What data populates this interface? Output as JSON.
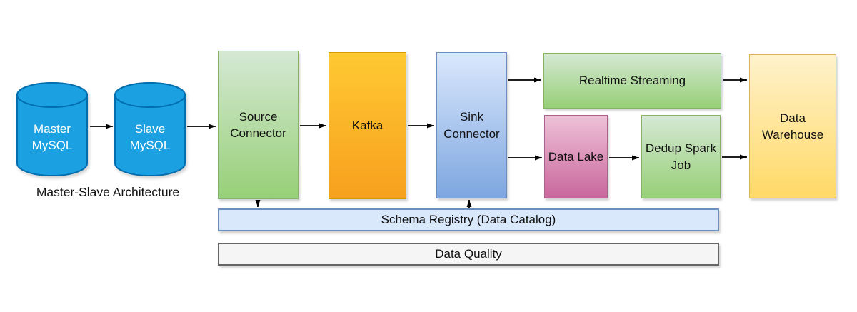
{
  "diagram": {
    "nodes": {
      "master_mysql": "Master MySQL",
      "slave_mysql": "Slave MySQL",
      "source_connector": "Source Connector",
      "kafka": "Kafka",
      "sink_connector": "Sink Connector",
      "realtime_streaming": "Realtime Streaming",
      "data_lake": "Data Lake",
      "dedup_spark_job": "Dedup Spark Job",
      "data_warehouse": "Data Warehouse",
      "schema_registry": "Schema Registry (Data Catalog)",
      "data_quality": "Data Quality"
    },
    "caption": "Master-Slave Architecture",
    "edges": [
      {
        "from": "master-mysql",
        "to": "slave-mysql"
      },
      {
        "from": "slave-mysql",
        "to": "source-connector"
      },
      {
        "from": "source-connector",
        "to": "kafka"
      },
      {
        "from": "kafka",
        "to": "sink-connector"
      },
      {
        "from": "sink-connector",
        "to": "realtime-streaming"
      },
      {
        "from": "realtime-streaming",
        "to": "data-warehouse"
      },
      {
        "from": "sink-connector",
        "to": "data-lake"
      },
      {
        "from": "data-lake",
        "to": "dedup-spark-job"
      },
      {
        "from": "dedup-spark-job",
        "to": "data-warehouse"
      },
      {
        "from": "source-connector",
        "to": "schema-registry"
      },
      {
        "from": "schema-registry",
        "to": "sink-connector"
      }
    ]
  },
  "palettes": {
    "green": {
      "top": "#d5e8d4",
      "bottom": "#97d077",
      "border": "#82b366"
    },
    "orange": {
      "top": "#ffc933",
      "bottom": "#f7a01d",
      "border": "#d79b00"
    },
    "blue": {
      "top": "#dae8fc",
      "bottom": "#7ea6e0",
      "border": "#6c8ebf"
    },
    "pink": {
      "top": "#eec1d8",
      "bottom": "#c9679c",
      "border": "#a8638f"
    },
    "yellow": {
      "top": "#fff2cc",
      "bottom": "#ffd966",
      "border": "#d6b656"
    },
    "registry": {
      "top": "#dae8fc",
      "bottom": "#dae8fc",
      "border": "#6c8ebf"
    },
    "quality": {
      "top": "#f5f5f5",
      "bottom": "#f5f5f5",
      "border": "#666666"
    },
    "cylinder": {
      "top": "#1ba1e2",
      "bottom": "#1ba1e2",
      "border": "#006eaf"
    }
  },
  "colors": {
    "arrow": "#000000",
    "background": "#ffffff",
    "cylinder_text": "#ffffff",
    "label_text": "#111111"
  }
}
